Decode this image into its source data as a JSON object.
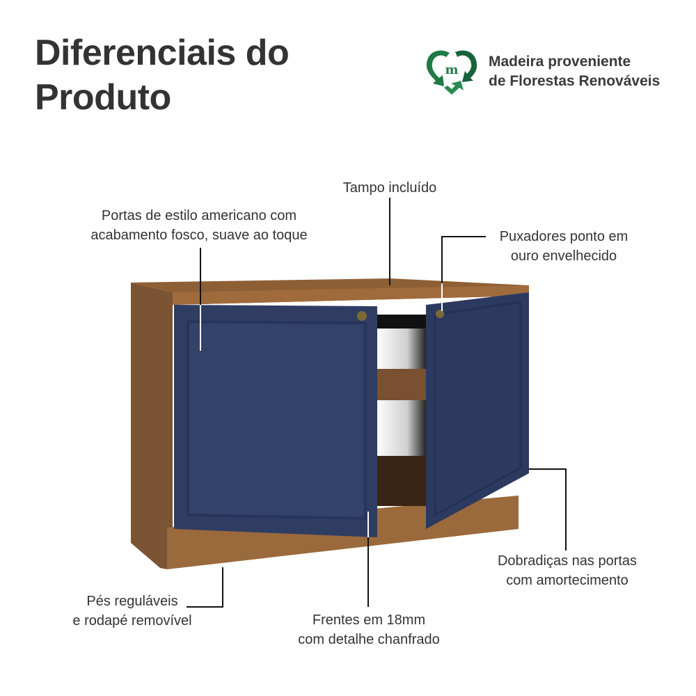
{
  "header": {
    "title_line1": "Diferenciais do",
    "title_line2": "Produto"
  },
  "badge": {
    "icon": "recycle-heart-m-icon",
    "letter": "m",
    "line1": "Madeira proveniente",
    "line2": "de Florestas Renováveis",
    "color": "#1f7a46"
  },
  "callouts": {
    "tampo": {
      "line1": "Tampo incluído"
    },
    "portas": {
      "line1": "Portas de estilo americano com",
      "line2": "acabamento fosco, suave ao toque"
    },
    "puxadores": {
      "line1": "Puxadores ponto em",
      "line2": "ouro envelhecido"
    },
    "dobradicas": {
      "line1": "Dobradiças nas portas",
      "line2": "com amortecimento"
    },
    "pes": {
      "line1": "Pés reguláveis",
      "line2": "e rodapé removível"
    },
    "frentes": {
      "line1": "Frentes em 18mm",
      "line2": "com detalhe chanfrado"
    }
  },
  "product": {
    "wood_color": "#8a5a30",
    "door_color": "#2f3d63",
    "handle_color": "#7a6a3a"
  }
}
